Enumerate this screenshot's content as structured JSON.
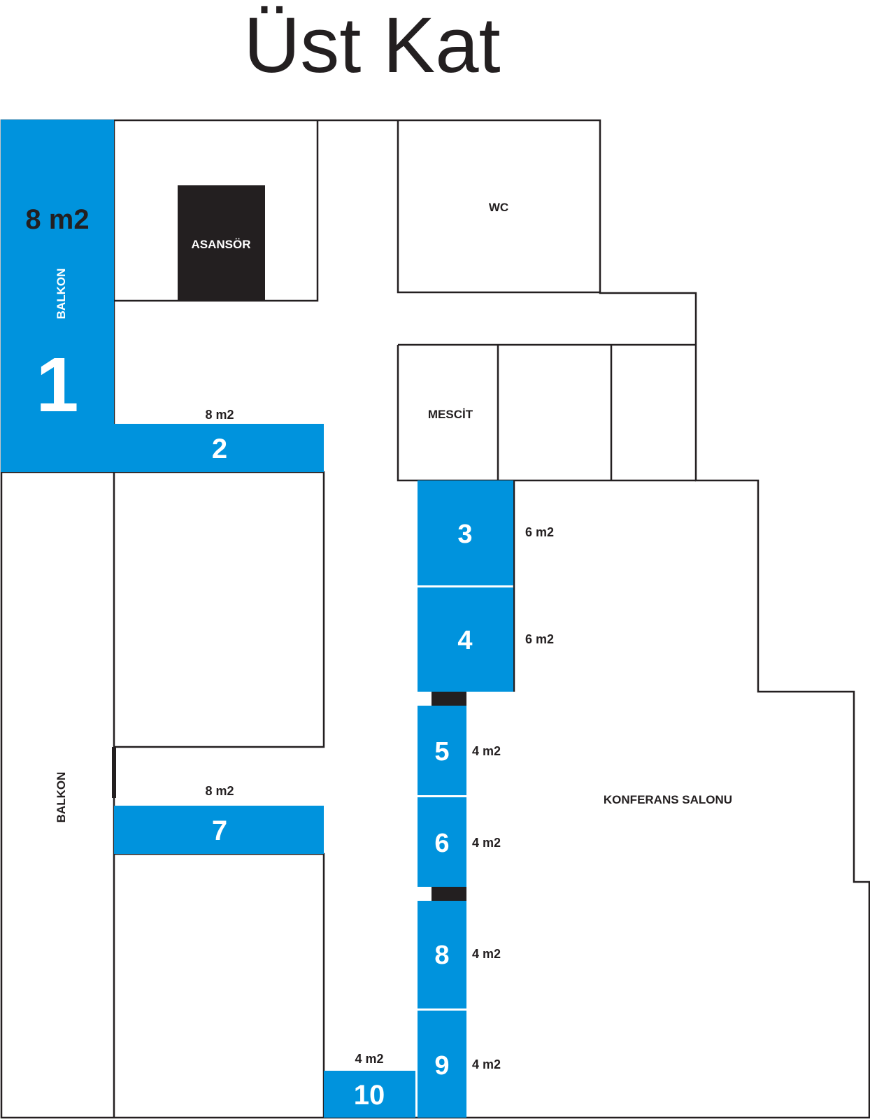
{
  "title": "Üst Kat",
  "colors": {
    "stand": "#0093dd",
    "wall": "#231f20",
    "background": "#ffffff"
  },
  "rooms": {
    "asansor": "ASANSÖR",
    "wc": "WC",
    "mescit": "MESCİT",
    "konferans": "KONFERANS SALONU",
    "balkon_top": "BALKON",
    "balkon_bottom": "BALKON"
  },
  "stands": [
    {
      "number": "1",
      "area": "8 m2"
    },
    {
      "number": "2",
      "area": "8 m2"
    },
    {
      "number": "3",
      "area": "6 m2"
    },
    {
      "number": "4",
      "area": "6 m2"
    },
    {
      "number": "5",
      "area": "4 m2"
    },
    {
      "number": "6",
      "area": "4 m2"
    },
    {
      "number": "7",
      "area": "8 m2"
    },
    {
      "number": "8",
      "area": "4 m2"
    },
    {
      "number": "9",
      "area": "4 m2"
    },
    {
      "number": "10",
      "area": "4 m2"
    }
  ]
}
